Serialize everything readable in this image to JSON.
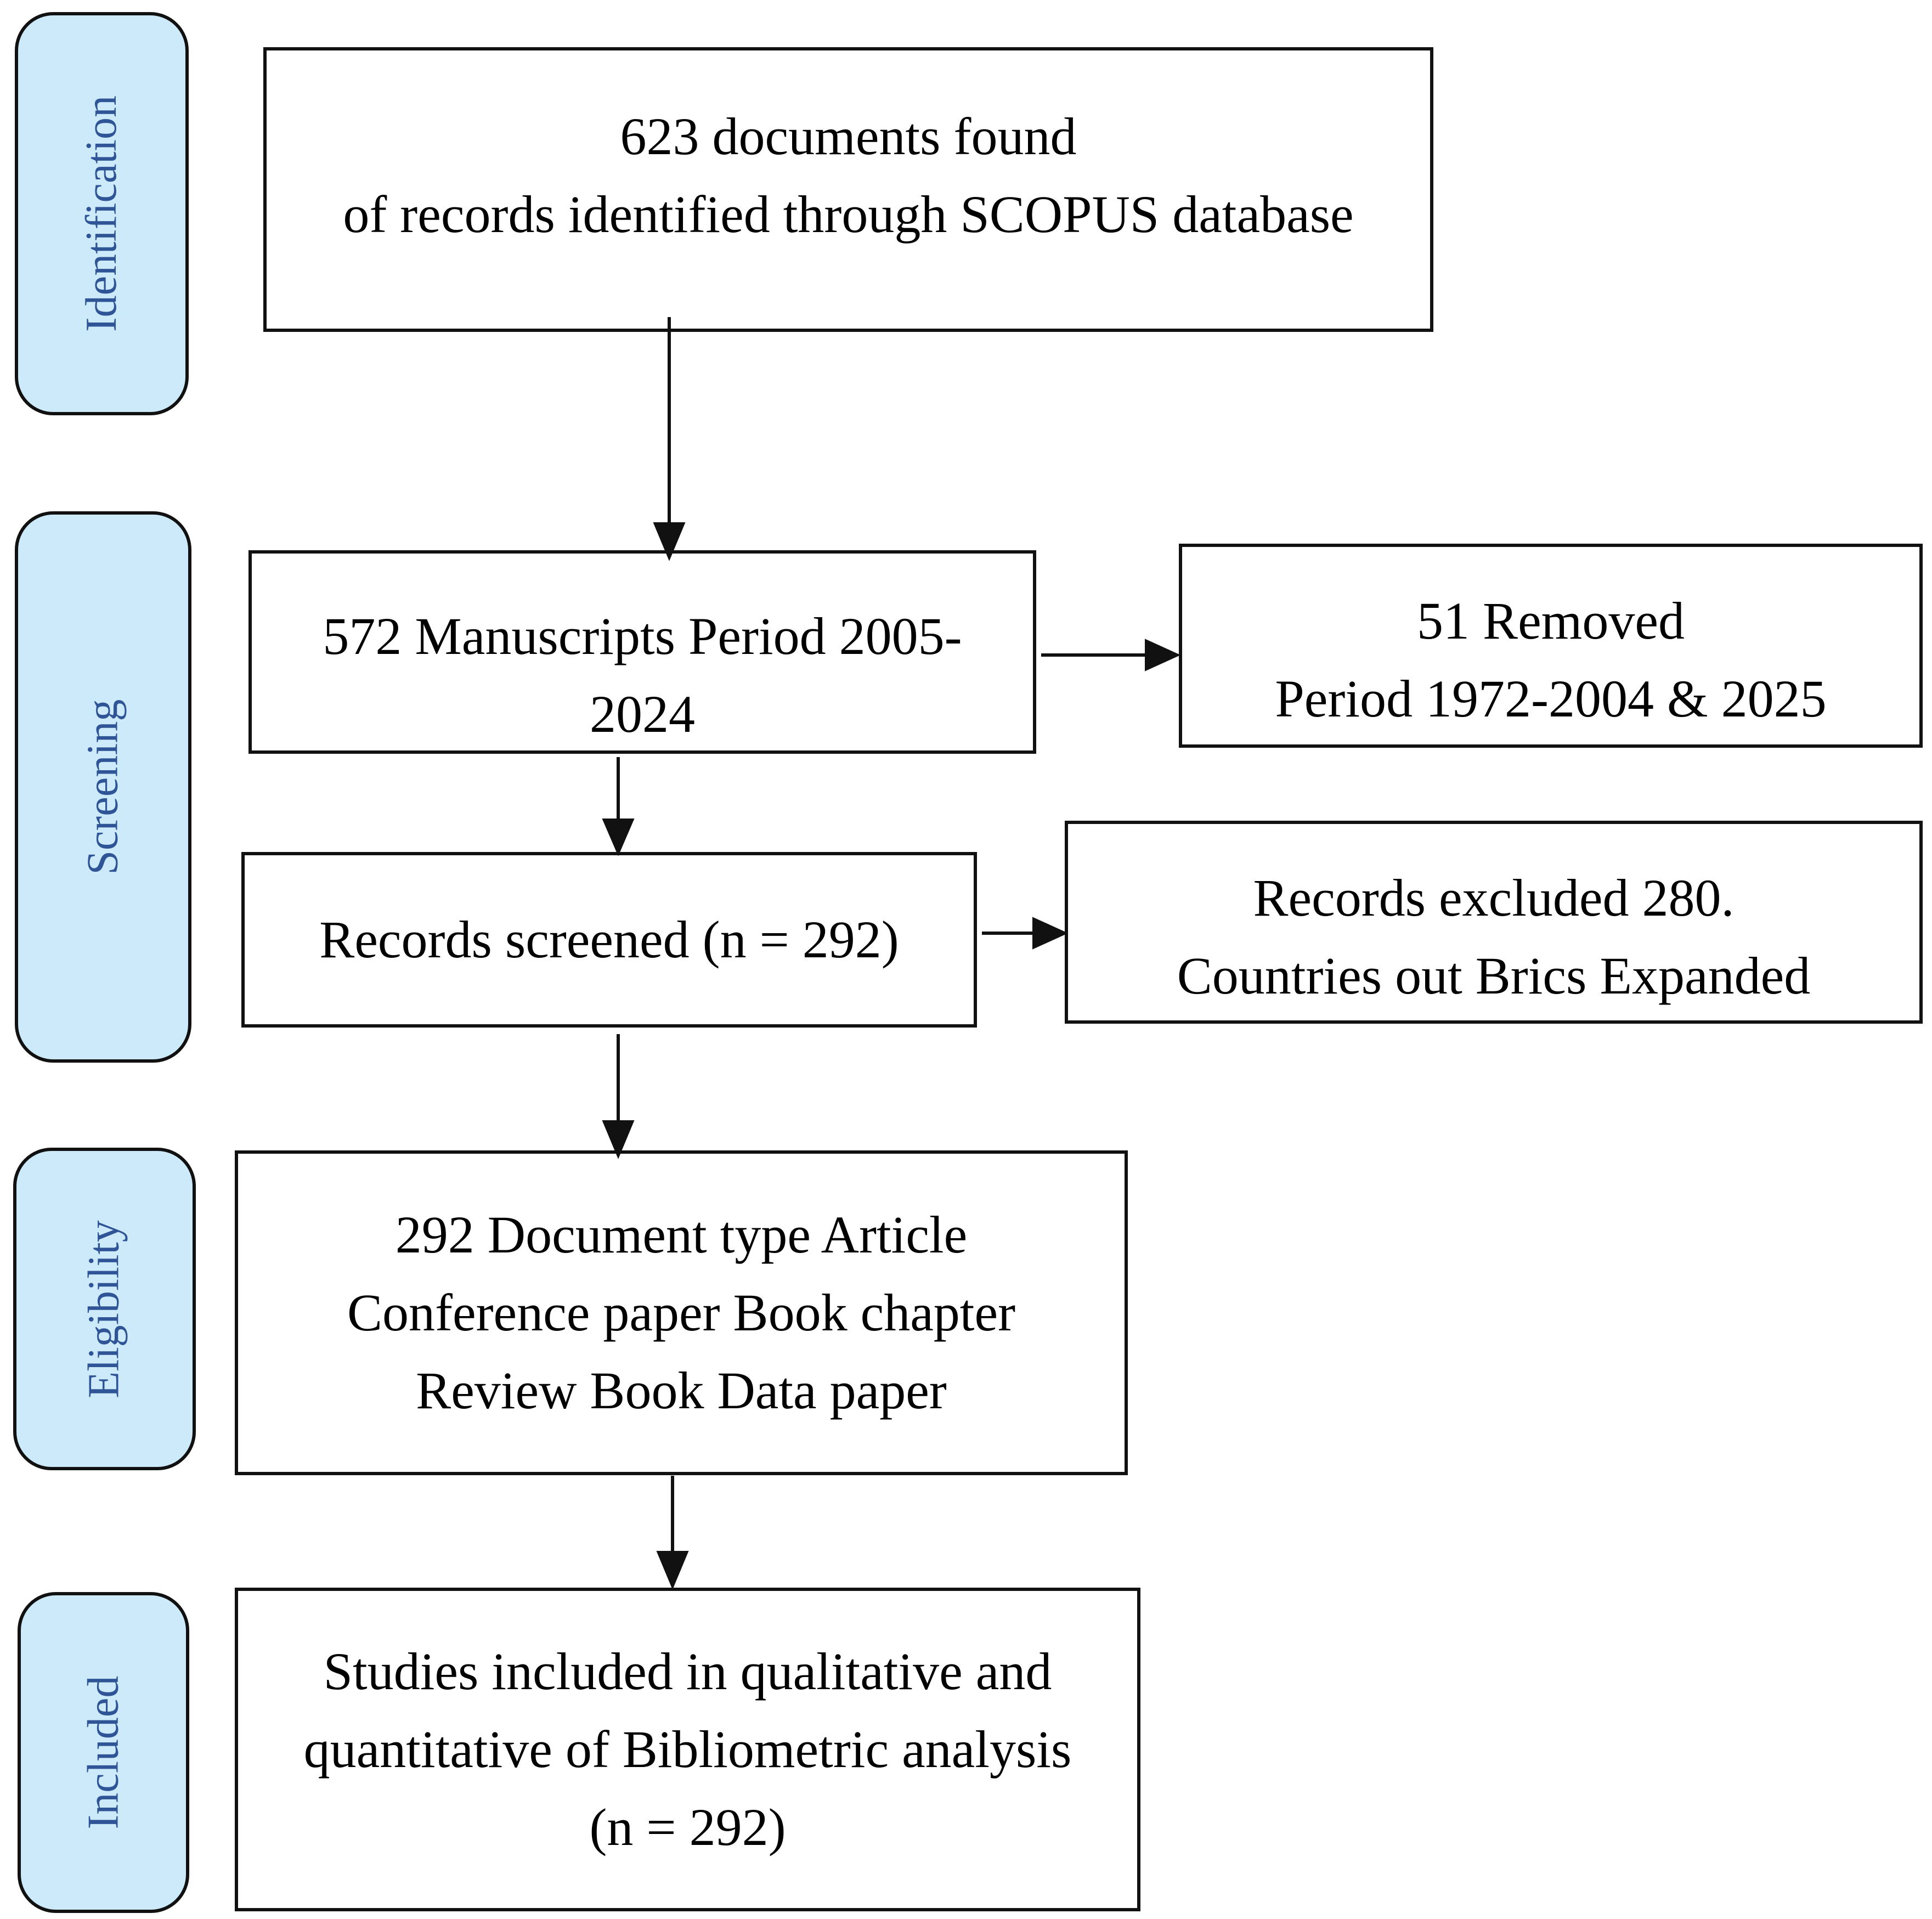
{
  "phases": {
    "identification": "Identification",
    "screening": "Screening",
    "eligibility": "Eligibility",
    "included": "Included"
  },
  "boxes": {
    "identified": [
      "623 documents found",
      "of records identified through SCOPUS database"
    ],
    "manuscripts": [
      "572 Manuscripts Period 2005-",
      "2024"
    ],
    "removed": [
      "51 Removed",
      "Period 1972-2004 & 2025"
    ],
    "screened": [
      "Records screened (n = 292)"
    ],
    "excluded": [
      "Records excluded 280.",
      "Countries out Brics Expanded"
    ],
    "document_type": [
      "292 Document type Article",
      "Conference paper Book chapter",
      "Review Book Data paper"
    ],
    "included_studies": [
      "Studies included in qualitative and",
      "quantitative of Bibliometric analysis",
      "(n = 292)"
    ]
  },
  "colors": {
    "phase_fill": "#cdeafb",
    "phase_text": "#2f5597",
    "stroke": "#111111"
  }
}
